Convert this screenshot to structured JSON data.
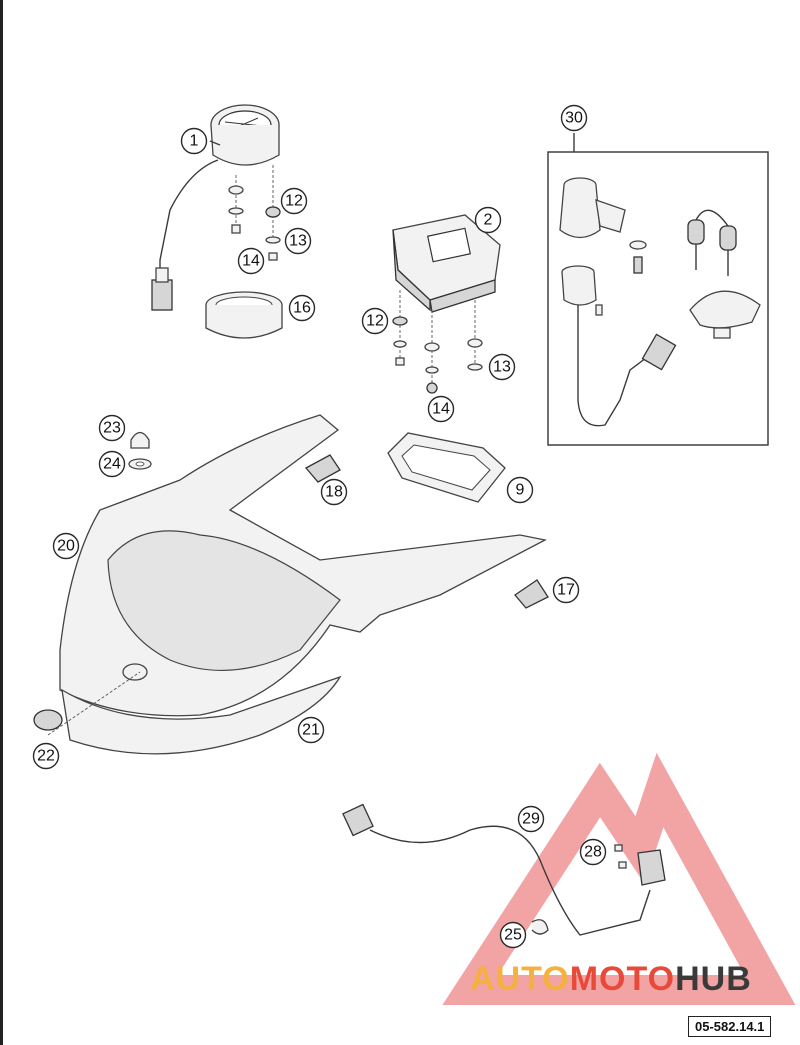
{
  "callouts": {
    "c1": "1",
    "c2": "2",
    "c9": "9",
    "c12a": "12",
    "c12b": "12",
    "c13a": "13",
    "c13b": "13",
    "c14a": "14",
    "c14b": "14",
    "c16": "16",
    "c17": "17",
    "c18": "18",
    "c20": "20",
    "c21": "21",
    "c22": "22",
    "c23": "23",
    "c24": "24",
    "c25": "25",
    "c28": "28",
    "c29": "29",
    "c30": "30"
  },
  "watermark": {
    "part1": "AUTO",
    "part2": "MOTO",
    "part3": "HUB",
    "color_light": "#f5b040",
    "color_mid": "#e84a3a",
    "color_dark": "#3a3a3a"
  },
  "drawing_code": "05-582.14.1",
  "colors": {
    "line": "#3a3a3a",
    "triangle": "#f08080"
  }
}
